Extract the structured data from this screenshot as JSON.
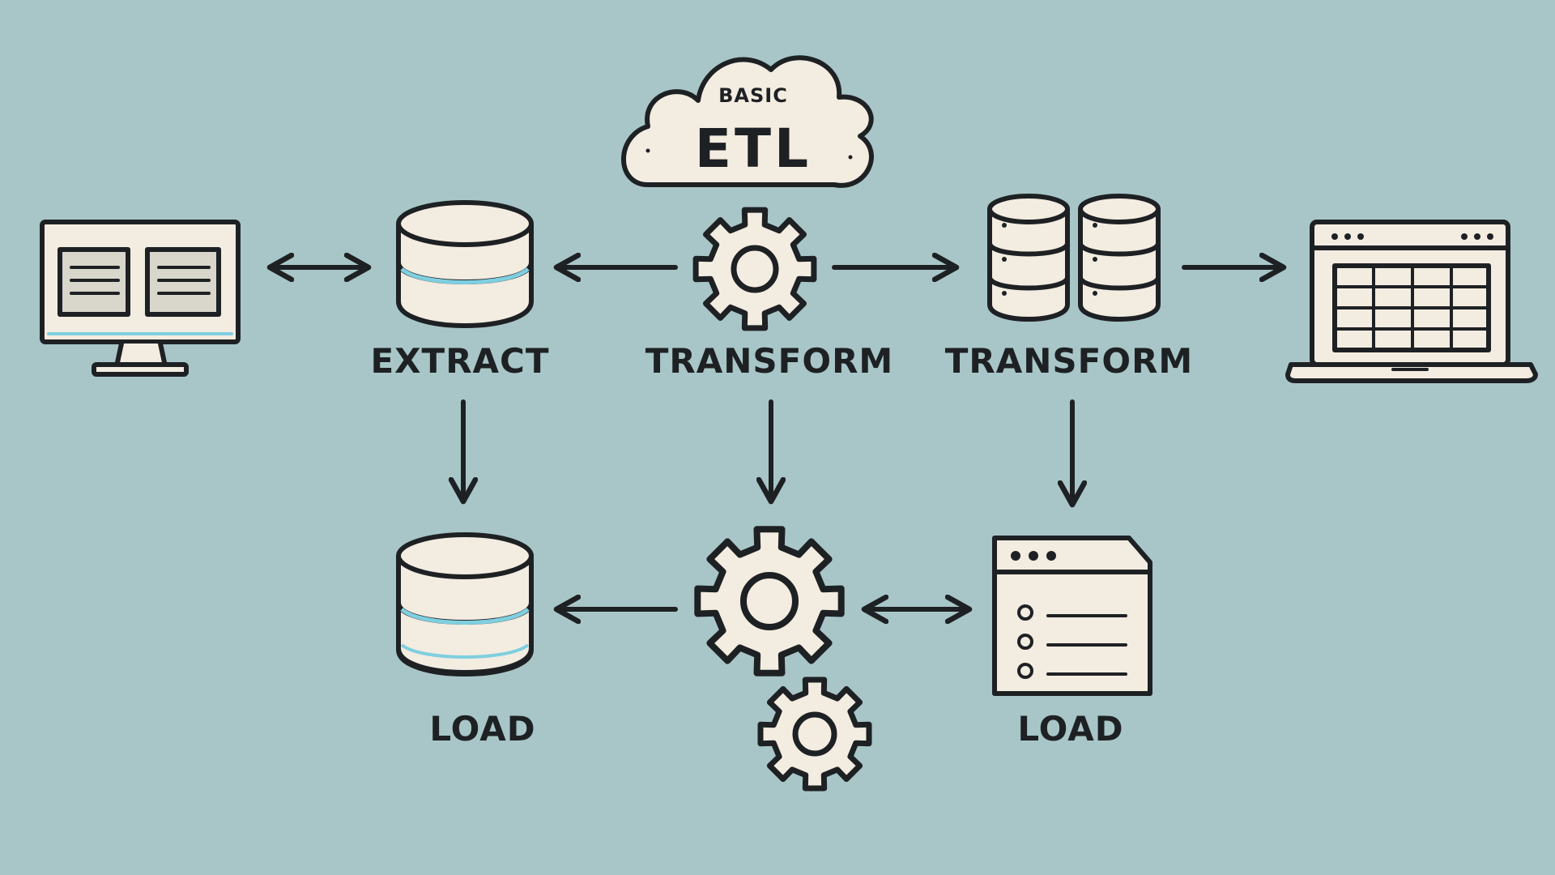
{
  "colors": {
    "background": "#a8c6c8",
    "ink": "#1e2124",
    "fill": "#f3ece0",
    "accent": "#7fcfe0"
  },
  "diagram": {
    "title_small": "BASIC",
    "title_large": "ETL",
    "labels": {
      "extract": "EXTRACT",
      "transform_center": "TRANSFORM",
      "transform_right": "TRANSFORM",
      "load_left": "LOAD",
      "load_right": "LOAD"
    },
    "icons": [
      "source-monitor-icon",
      "extract-database-icon",
      "transform-gear-icon",
      "transform-database-pair-icon",
      "target-laptop-icon",
      "load-database-icon",
      "load-gear-large-icon",
      "load-gear-small-icon",
      "load-document-window-icon"
    ]
  }
}
